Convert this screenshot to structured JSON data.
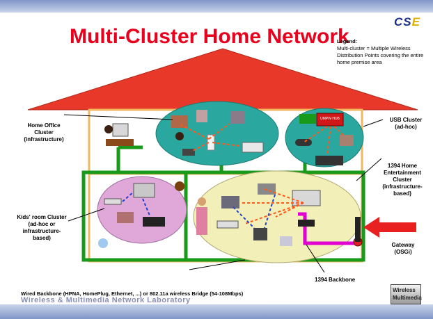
{
  "title": "Multi-Cluster Home Network",
  "logo": {
    "text": "CS",
    "accent": "E"
  },
  "legend": {
    "heading": "Legend:",
    "text": "Multi-cluster = Multiple Wireless Distribution Points covering the entire home premise area"
  },
  "clusters": {
    "home_office": "Home Office Cluster (infrastructure)",
    "usb": "USB Cluster (ad-hoc)",
    "entertainment": "1394 Home Entertainment Cluster (infrastructure-based)",
    "kids_room": "Kids' room Cluster (ad-hoc or infrastructure-based)"
  },
  "gateway": "Gateway (OSGi)",
  "hub_label": "UMPW HUB",
  "backbone_1394": "1394 Backbone",
  "wired_backbone": "Wired Backbone (HPNA, HomePlug, Ethernet, ...) or 802.11a wireless Bridge (54-108Mbps)",
  "lab": "Wireless & Multimedia Network Laboratory",
  "badge": "Wireless Multimedia",
  "colors": {
    "roof": "#e8382a",
    "wall": "#f0b860",
    "backbone": "#1a9a1a",
    "cluster": "#2aa8a0",
    "pink": "#e0a8d8",
    "yellow": "#f2efb8",
    "arrow": "#ff5a1a",
    "magenta": "#e000d0",
    "title": "#e8001c"
  }
}
